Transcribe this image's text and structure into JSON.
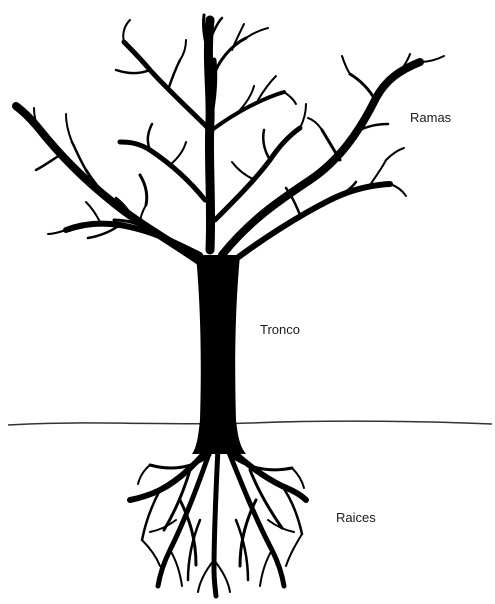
{
  "labels": {
    "branches": "Ramas",
    "trunk": "Tronco",
    "roots": "Raices"
  },
  "colors": {
    "background": "#ffffff",
    "tree": "#000000",
    "ground": "#333333"
  }
}
